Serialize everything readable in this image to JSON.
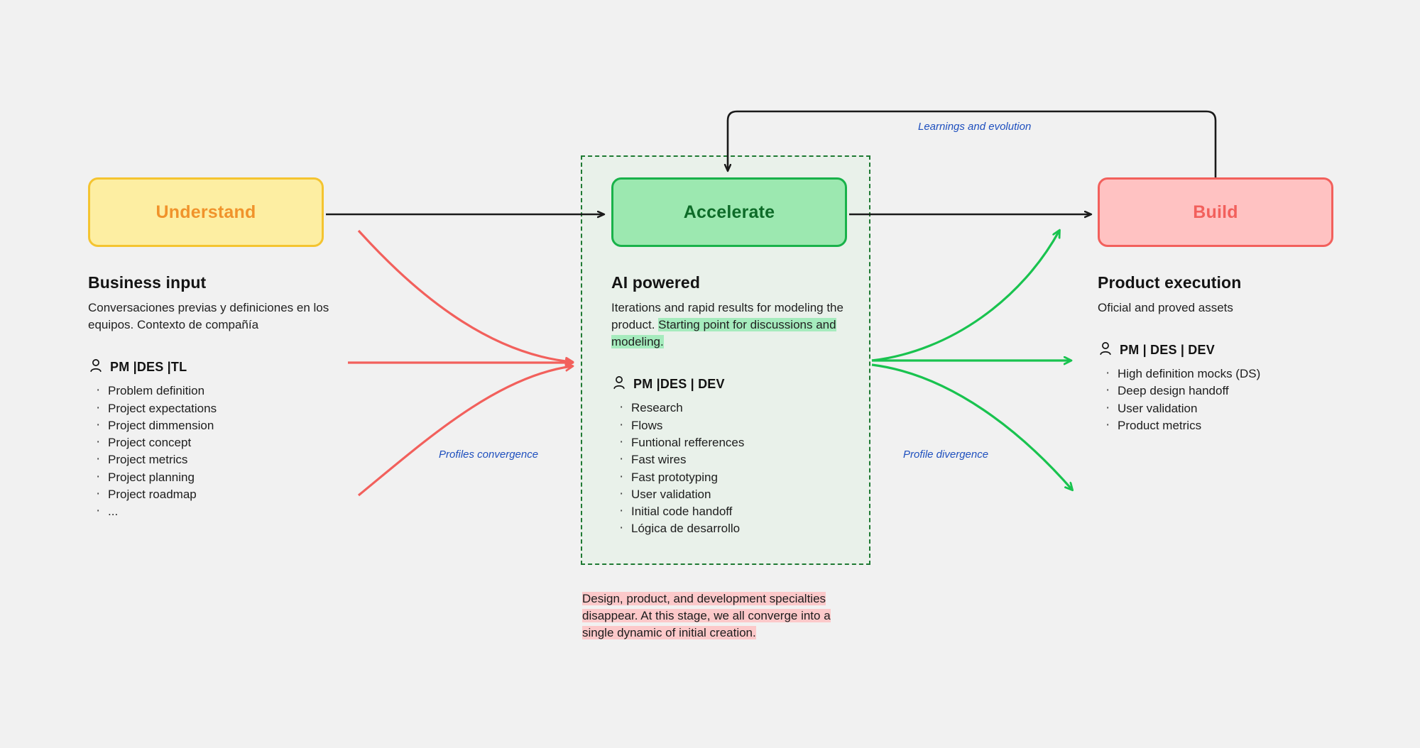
{
  "colors": {
    "background": "#f1f1f1",
    "understand_fill": "#fdeea2",
    "understand_border": "#f4c430",
    "understand_text": "#f0932b",
    "accelerate_fill": "#9ce8b0",
    "accelerate_border": "#19b24a",
    "accelerate_text": "#0d6b28",
    "build_fill": "#ffc2c2",
    "build_border": "#f2605c",
    "build_text": "#f2605c",
    "zone_fill": "#e9f1ea",
    "zone_border": "#1f7a33",
    "converge_arrow": "#f2605c",
    "diverge_arrow": "#19c34f",
    "flow_arrow": "#1a1a1a",
    "annotation_text": "#1e4fbe",
    "highlight_green": "#a5ebbd",
    "highlight_pink": "#fcc9ca"
  },
  "stages": {
    "understand": {
      "label": "Understand",
      "heading": "Business input",
      "description": "Conversaciones previas y definiciones en los equipos. Contexto de compañía",
      "role": "PM |DES |TL",
      "role_icon": "person-icon",
      "items": [
        "Problem definition",
        "Project expectations",
        "Project dimmension",
        "Project concept",
        "Project metrics",
        "Project planning",
        "Project roadmap",
        "..."
      ]
    },
    "accelerate": {
      "label": "Accelerate",
      "heading": "AI powered",
      "description_plain": "Iterations and rapid results for modeling the product. ",
      "description_highlight": "Starting point for discussions and modeling.",
      "role": "PM |DES | DEV",
      "role_icon": "person-icon",
      "items": [
        "Research",
        "Flows",
        "Funtional refferences",
        "Fast wires",
        "Fast prototyping",
        "User validation",
        "Initial code handoff",
        "Lógica de desarrollo"
      ]
    },
    "build": {
      "label": "Build",
      "heading": "Product execution",
      "description": "Oficial and proved assets",
      "role": "PM | DES | DEV",
      "role_icon": "person-icon",
      "items": [
        "High definition mocks (DS)",
        "Deep design handoff",
        "User validation",
        "Product metrics"
      ]
    }
  },
  "annotations": {
    "learnings": "Learnings and evolution",
    "convergence": "Profiles convergence",
    "divergence": "Profile divergence"
  },
  "note": {
    "text": "Design, product, and development specialties disappear. At this stage, we all converge into a single dynamic of initial creation."
  }
}
